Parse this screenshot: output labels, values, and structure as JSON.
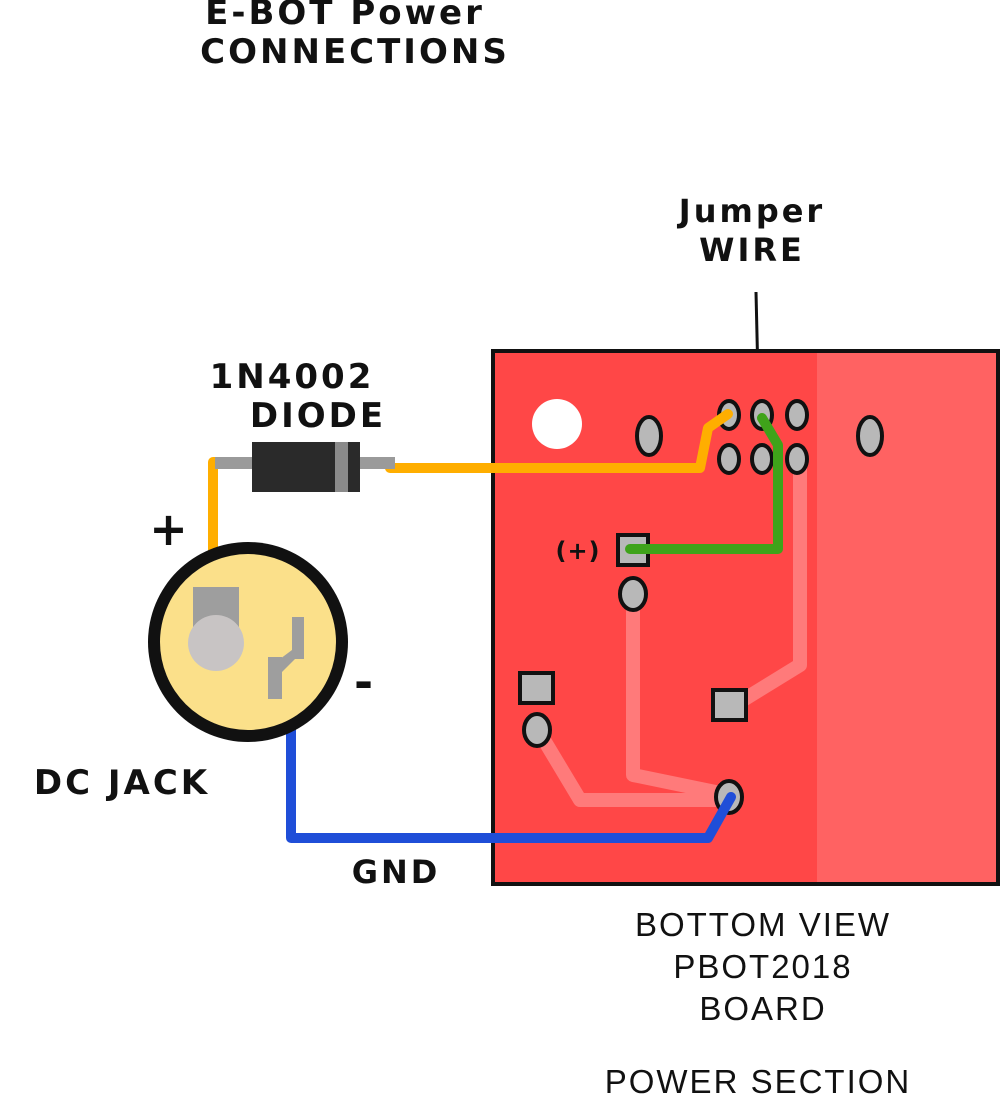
{
  "title": {
    "line1": "E-BOT Power",
    "line2": "CONNECTIONS"
  },
  "labels": {
    "jumper_line1": "Jumper",
    "jumper_line2": "WIRE",
    "diode_line1": "1N4002",
    "diode_line2": "DIODE",
    "plus": "+",
    "minus": "-",
    "dc_jack": "DC JACK",
    "gnd": "GND",
    "positive_pad": "(+)"
  },
  "caption": {
    "line1": "BOTTOM VIEW",
    "line2": "PBOT2018",
    "line3": "BOARD",
    "line4": "POWER SECTION"
  },
  "colors": {
    "board": "#ff4747",
    "board_edge_strip": "#ff6262",
    "trace": "#ff7a7a",
    "pad": "#b8b8b8",
    "outline": "#111111",
    "wire_orange": "#ffae00",
    "wire_green": "#3fa31a",
    "wire_blue": "#1f4ed8",
    "jack_body": "#fbe08a",
    "diode_body": "#2a2a2a",
    "diode_band": "#8a8a8a"
  }
}
